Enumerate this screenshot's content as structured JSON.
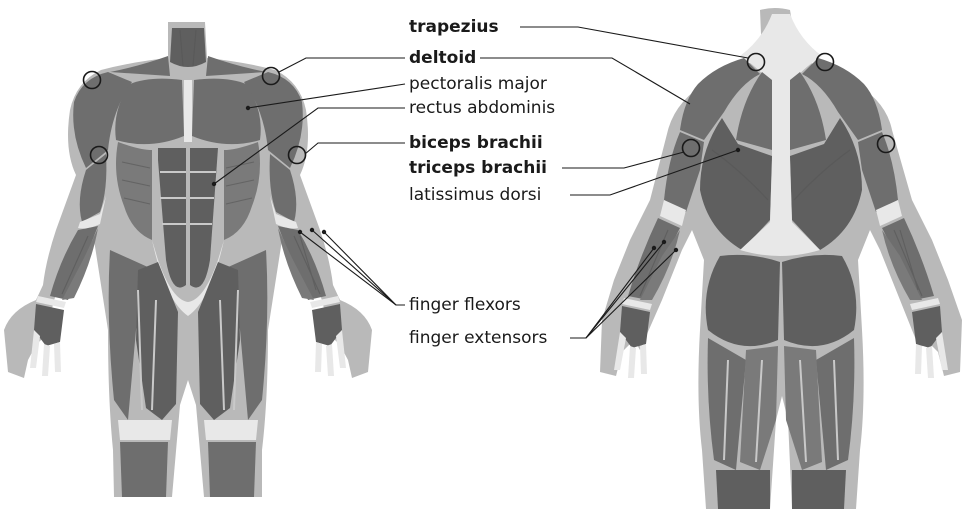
{
  "labels": {
    "trapezius": "trapezius",
    "deltoid": "deltoid",
    "pectoralis_major": "pectoralis major",
    "rectus_abdominis": "rectus abdominis",
    "biceps_brachii": "biceps brachii",
    "triceps_brachii": "triceps brachii",
    "latissimus_dorsi": "latissimus dorsi",
    "finger_flexors": "finger flexors",
    "finger_extensors": "finger extensors"
  },
  "colors": {
    "muscle": "#6e6e6e",
    "skin": "#b9b9b9",
    "tendon": "#e8e8e8",
    "text": "#1a1a1a"
  }
}
